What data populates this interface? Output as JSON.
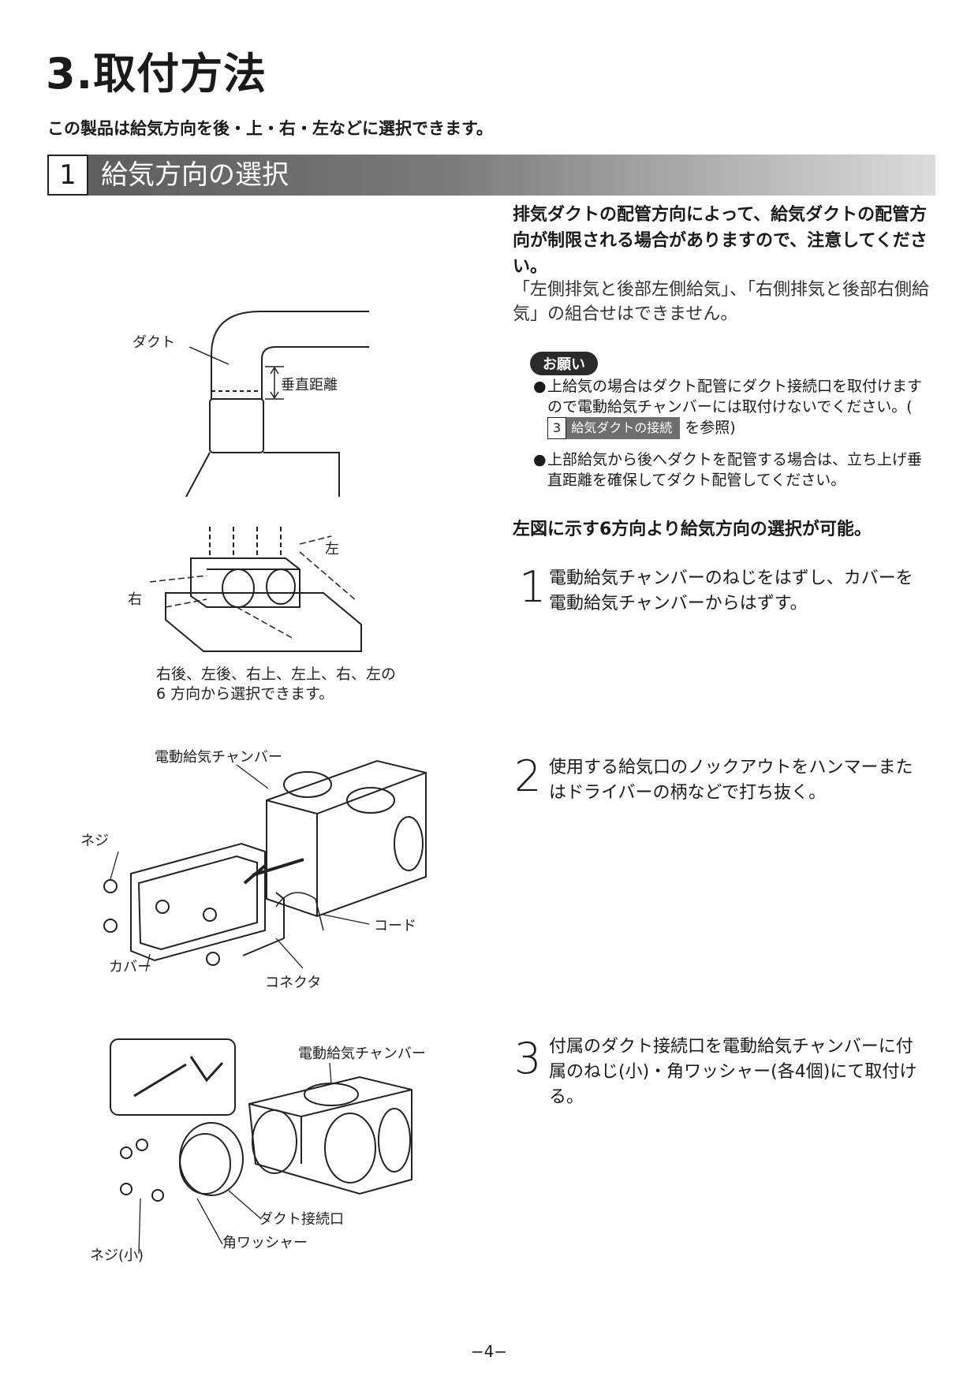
{
  "page": {
    "title": "3.取付方法",
    "intro": "この製品は給気方向を後・上・右・左などに選択できます。",
    "section": {
      "number": "1",
      "title": "給気方向の選択"
    },
    "note_main": "排気ダクトの配管方向によって、給気ダクトの配管方向が制限される場合がありますので、注意してください。",
    "note_sub": "「左側排気と後部左側給気」、「右側排気と後部右側給気」の組合せはできません。",
    "onegai_label": "お願い",
    "bullet1_a": "上給気の場合はダクト配管にダクト接続口を取付けますので電動給気チャンバーには取付けないでください。(",
    "bullet1_ref_num": "3",
    "bullet1_ref_text": "給気ダクトの接続",
    "bullet1_b": "を参照)",
    "bullet2": "上部給気から後へダクトを配管する場合は、立ち上げ垂直距離を確保してダクト配管してください。",
    "directions_note": "左図に示す6方向より給気方向の選択が可能。",
    "steps": [
      {
        "num": "1",
        "text": "電動給気チャンバーのねじをはずし、カバーを電動給気チャンバーからはずす。"
      },
      {
        "num": "2",
        "text": "使用する給気口のノックアウトをハンマーまたはドライバーの柄などで打ち抜く。"
      },
      {
        "num": "3",
        "text": "付属のダクト接続口を電動給気チャンバーに付属のねじ(小)・角ワッシャー(各4個)にて取付ける。"
      }
    ],
    "page_number": "−4−"
  },
  "figures": {
    "fig1": {
      "duct": "ダクト",
      "vertical_distance": "垂直距離"
    },
    "fig2": {
      "left": "左",
      "right": "右",
      "caption_line1": "右後、左後、右上、左上、右、左の",
      "caption_line2": "6 方向から選択できます。"
    },
    "fig3": {
      "chamber": "電動給気チャンバー",
      "screw": "ネジ",
      "cord": "コード",
      "cover": "カバー",
      "connector": "コネクタ"
    },
    "fig4": {
      "chamber": "電動給気チャンバー",
      "duct_port": "ダクト接続口",
      "square_washer": "角ワッシャー",
      "small_screw": "ネジ(小)"
    }
  }
}
